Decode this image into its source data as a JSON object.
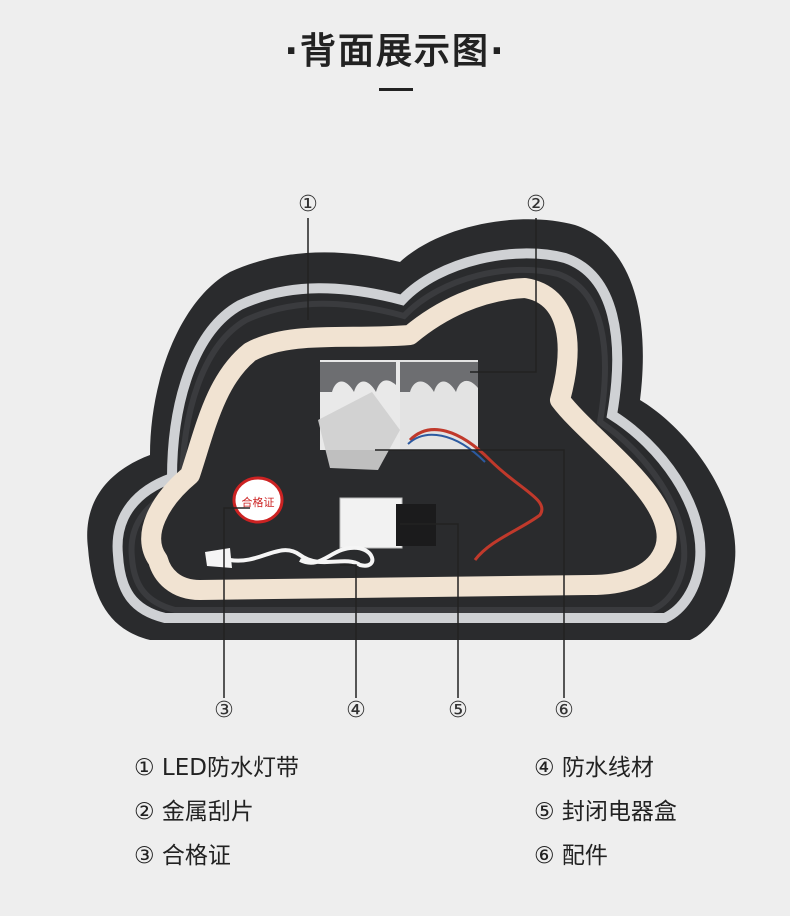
{
  "title": "·背面展示图·",
  "callouts": [
    "①",
    "②",
    "③",
    "④",
    "⑤",
    "⑥"
  ],
  "legend": {
    "left": [
      "① LED防水灯带",
      "② 金属刮片",
      "③ 合格证"
    ],
    "right": [
      "④ 防水线材",
      "⑤ 封闭电器盒",
      "⑥ 配件"
    ]
  },
  "certificate_label": "合格证",
  "colors": {
    "background": "#eeeeee",
    "panel": "#2a2b2d",
    "led_strip": "#f1e3d2",
    "silver_ring": "#cfd1d4"
  }
}
